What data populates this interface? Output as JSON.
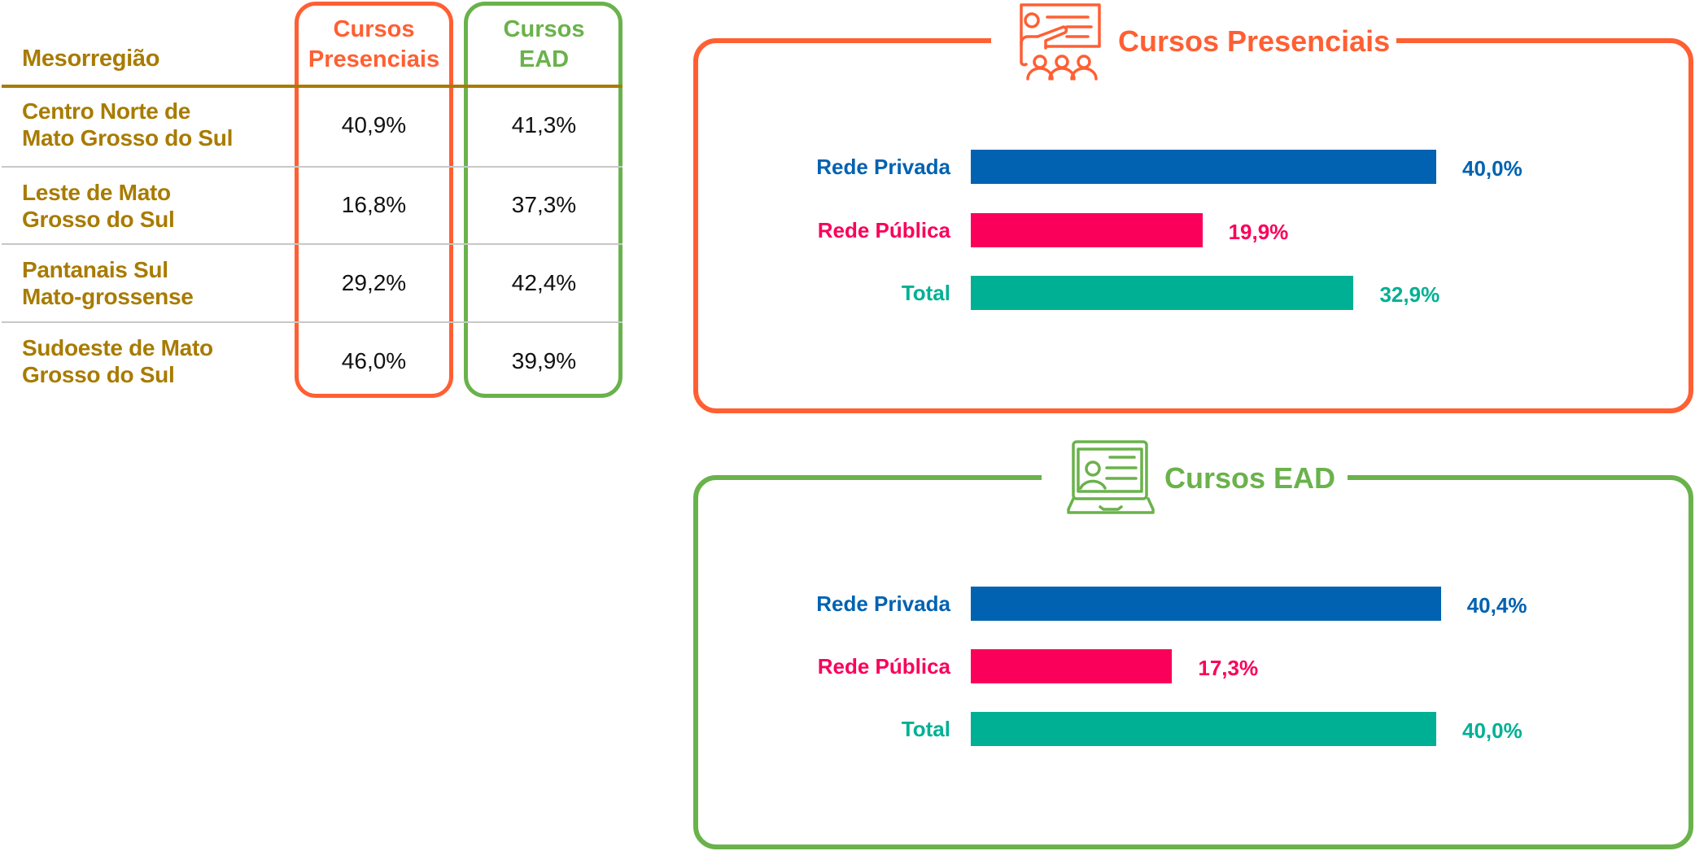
{
  "colors": {
    "presencial": "#FF5F33",
    "ead": "#6AB24B",
    "gold": "#A87B00",
    "rede_privada": "#0062B1",
    "rede_publica": "#FA005A",
    "total": "#00B094"
  },
  "table": {
    "headers": {
      "region": "Mesorregião",
      "presencial": [
        "Cursos",
        "Presenciais"
      ],
      "ead": [
        "Cursos",
        "EAD"
      ]
    },
    "rows": [
      {
        "region": [
          "Centro Norte de",
          "Mato Grosso do Sul"
        ],
        "presencial": "40,9%",
        "ead": "41,3%"
      },
      {
        "region": [
          "Leste de Mato",
          "Grosso do Sul"
        ],
        "presencial": "16,8%",
        "ead": "37,3%"
      },
      {
        "region": [
          "Pantanais Sul",
          "Mato-grossense"
        ],
        "presencial": "29,2%",
        "ead": "42,4%"
      },
      {
        "region": [
          "Sudoeste de Mato",
          "Grosso do Sul"
        ],
        "presencial": "46,0%",
        "ead": "39,9%"
      }
    ]
  },
  "chart_data": [
    {
      "type": "bar",
      "orientation": "horizontal",
      "title": "Cursos Presenciais",
      "icon": "teacher-presentation-icon",
      "categories": [
        "Rede Privada",
        "Rede Pública",
        "Total"
      ],
      "values": [
        40.0,
        19.9,
        32.9
      ],
      "value_labels": [
        "40,0%",
        "19,9%",
        "32,9%"
      ],
      "unit": "%",
      "xlabel": "",
      "ylabel": "",
      "xlim": [
        0,
        50
      ],
      "grid": false,
      "legend": "none"
    },
    {
      "type": "bar",
      "orientation": "horizontal",
      "title": "Cursos EAD",
      "icon": "laptop-online-class-icon",
      "categories": [
        "Rede Privada",
        "Rede Pública",
        "Total"
      ],
      "values": [
        40.4,
        17.3,
        40.0
      ],
      "value_labels": [
        "40,4%",
        "17,3%",
        "40,0%"
      ],
      "unit": "%",
      "xlabel": "",
      "ylabel": "",
      "xlim": [
        0,
        50
      ],
      "grid": false,
      "legend": "none"
    }
  ]
}
